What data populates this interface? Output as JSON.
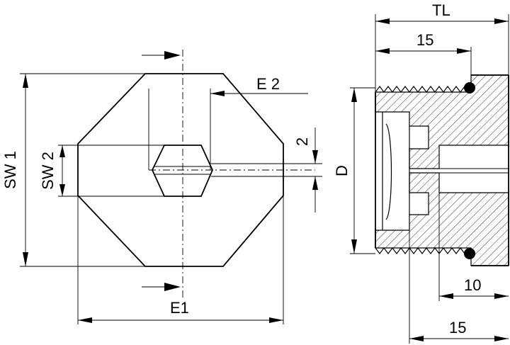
{
  "labels": {
    "tl": "TL",
    "top_15": "15",
    "e2": "E 2",
    "two": "2",
    "sw1": "SW 1",
    "sw2": "SW 2",
    "d": "D",
    "e1": "E1",
    "ten": "10",
    "bottom_15": "15"
  }
}
